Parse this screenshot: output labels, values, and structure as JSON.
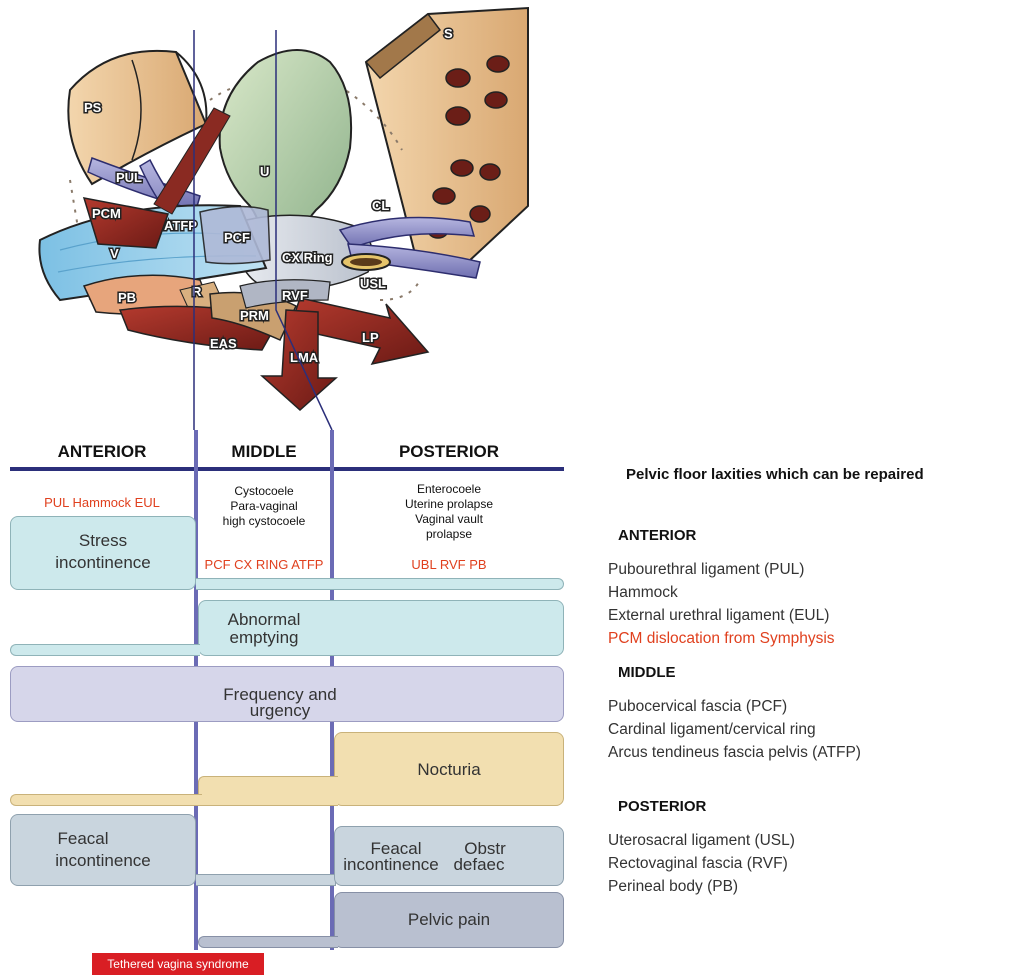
{
  "illustration": {
    "labels": {
      "ps": "PS",
      "s": "S",
      "u": "U",
      "pul": "PUL",
      "pcm": "PCM",
      "atfp": "ATFP",
      "pcf": "PCF",
      "v": "V",
      "cx_ring": "CX Ring",
      "usl": "USL",
      "cl": "CL",
      "pb": "PB",
      "r": "R",
      "rvf": "RVF",
      "prm": "PRM",
      "eas": "EAS",
      "lma": "LMA",
      "lp": "LP"
    }
  },
  "zones": {
    "anterior": "ANTERIOR",
    "middle": "MIDDLE",
    "posterior": "POSTERIOR"
  },
  "defects": {
    "anterior_ligaments": "PUL Hammock EUL",
    "middle": [
      "Cystocoele",
      "Para-vaginal",
      "high cystocoele"
    ],
    "middle_ligaments": "PCF CX RING ATFP",
    "posterior": [
      "Enterocoele",
      "Uterine prolapse",
      "Vaginal vault",
      "prolapse"
    ],
    "posterior_ligaments": "UBL RVF PB"
  },
  "symptoms": {
    "stress": [
      "Stress",
      "incontinence"
    ],
    "emptying": [
      "Abnormal",
      "emptying"
    ],
    "frequency": [
      "Frequency and",
      "urgency"
    ],
    "nocturia": "Nocturia",
    "feacal_left": [
      "Feacal",
      "incontinence"
    ],
    "feacal_right_1": "Feacal",
    "feacal_right_2": "incontinence",
    "obstr_1": "Obstr",
    "obstr_2": "defaec",
    "pelvic_pain": "Pelvic pain",
    "tethered": "Tethered vagina syndrome"
  },
  "right_panel": {
    "title": "Pelvic floor laxities which can be repaired",
    "anterior": {
      "heading": "ANTERIOR",
      "items": [
        "Pubourethral ligament (PUL)",
        "Hammock",
        "External urethral ligament (EUL)"
      ],
      "highlight": "PCM dislocation from Symphysis"
    },
    "middle": {
      "heading": "MIDDLE",
      "items": [
        "Pubocervical fascia (PCF)",
        "Cardinal ligament/cervical ring",
        "Arcus tendineus fascia pelvis (ATFP)"
      ]
    },
    "posterior": {
      "heading": "POSTERIOR",
      "items": [
        "Uterosacral ligament (USL)",
        "Rectovaginal fascia (RVF)",
        "Perineal body (PB)"
      ]
    }
  },
  "colors": {
    "zone_line": "#2b2f7a",
    "bar_teal": "#cde9ec",
    "bar_lavender": "#d6d6ea",
    "bar_tan": "#f2dfb0",
    "bar_slate": "#c9d5de",
    "accent_red": "#e0401e",
    "tethered_red": "#d91e24"
  }
}
